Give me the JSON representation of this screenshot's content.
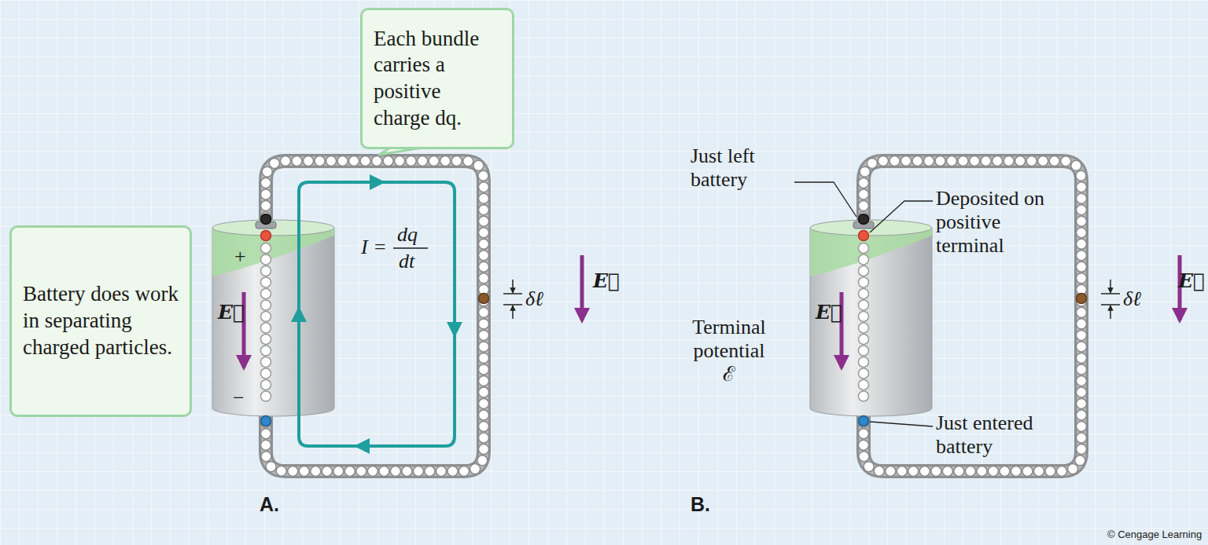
{
  "diagram": {
    "nodes": [
      {
        "text": [
          "Each bundle carries a positive charge dq."
        ]
      },
      {
        "text": [
          "Battery does work in separating charged particles."
        ]
      }
    ],
    "edges": [],
    "labels": [
      "+",
      "−",
      "E⃗",
      "I =",
      "dq",
      "dt",
      "δℓ",
      "E⃗",
      "A.",
      "Just left battery",
      "Deposited on positive terminal",
      "Terminal potential ℰ",
      "E⃗",
      "Just entered battery",
      "δℓ",
      "E⃗",
      "B.",
      "© Cengage Learning"
    ]
  }
}
